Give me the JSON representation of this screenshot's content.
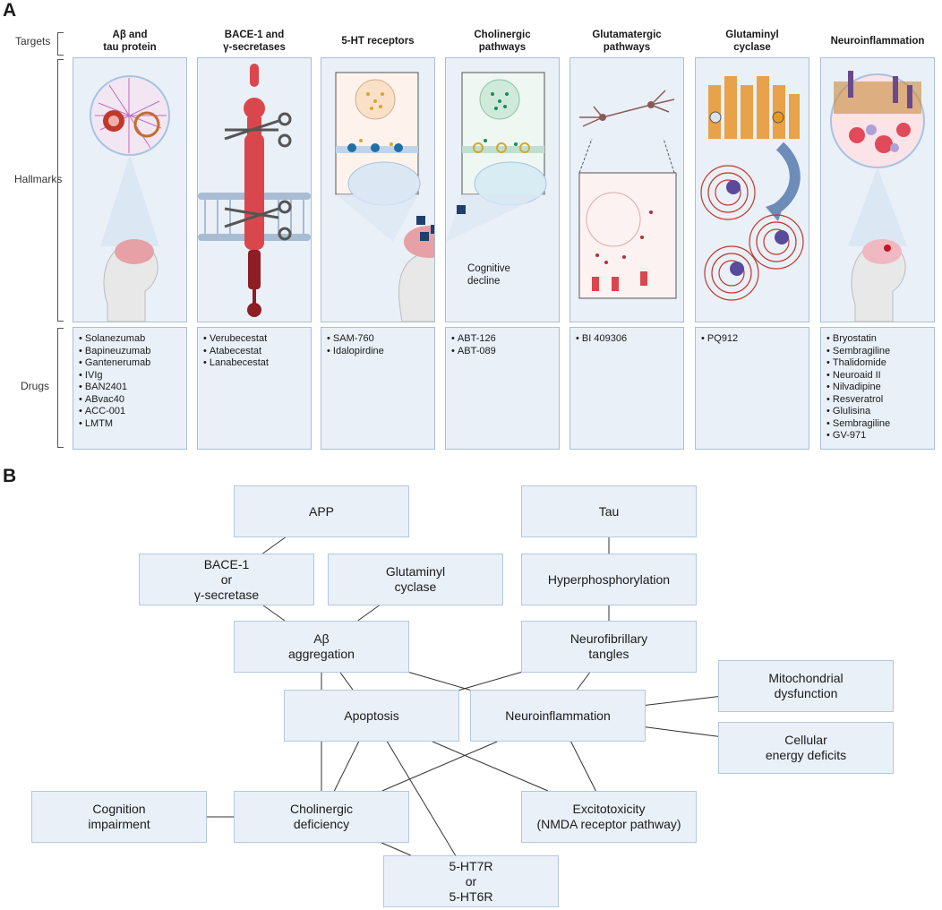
{
  "panel_a": {
    "letter": "A",
    "row_labels": {
      "targets": "Targets",
      "hallmarks": "Hallmarks",
      "drugs": "Drugs"
    },
    "columns": [
      {
        "title": "Aβ and\ntau protein",
        "drugs": [
          "Solanezumab",
          "Bapineuzumab",
          "Gantenerumab",
          "IVIg",
          "BAN2401",
          "ABvac40",
          "ACC-001",
          "LMTM"
        ]
      },
      {
        "title": "BACE-1 and\nγ-secretases",
        "drugs": [
          "Verubecestat",
          "Atabecestat",
          "Lanabecestat"
        ]
      },
      {
        "title": "5-HT receptors",
        "drugs": [
          "SAM-760",
          "Idalopirdine"
        ]
      },
      {
        "title": "Cholinergic\npathways",
        "drugs": [
          "ABT-126",
          "ABT-089"
        ]
      },
      {
        "title": "Glutamatergic\npathways",
        "drugs": [
          "BI 409306"
        ]
      },
      {
        "title": "Glutaminyl\ncyclase",
        "drugs": [
          "PQ912"
        ]
      },
      {
        "title": "Neuroinflammation",
        "drugs": [
          "Bryostatin",
          "Sembragiline",
          "Thalidomide",
          "Neuroaid II",
          "Nilvadipine",
          "Resveratrol",
          "Glulisina",
          "Sembragiline",
          "GV-971"
        ]
      }
    ],
    "cognitive_decline_label": "Cognitive\ndecline"
  },
  "panel_b": {
    "letter": "B",
    "nodes": [
      {
        "id": "app",
        "label": "APP"
      },
      {
        "id": "tau",
        "label": "Tau"
      },
      {
        "id": "bace",
        "label": "BACE-1\nor\nγ-secretase"
      },
      {
        "id": "glutaminyl",
        "label": "Glutaminyl\ncyclase"
      },
      {
        "id": "hyper",
        "label": "Hyperphosphorylation"
      },
      {
        "id": "abagg",
        "label": "Aβ\naggregation"
      },
      {
        "id": "nft",
        "label": "Neurofibrillary\ntangles"
      },
      {
        "id": "mito",
        "label": "Mitochondrial\ndysfunction"
      },
      {
        "id": "apoptosis",
        "label": "Apoptosis"
      },
      {
        "id": "neuroinfl",
        "label": "Neuroinflammation"
      },
      {
        "id": "energy",
        "label": "Cellular\nenergy deficits"
      },
      {
        "id": "cognition",
        "label": "Cognition\nimpairment"
      },
      {
        "id": "cholin",
        "label": "Cholinergic\ndeficiency"
      },
      {
        "id": "excito",
        "label": "Excitotoxicity\n(NMDA receptor pathway)"
      },
      {
        "id": "ht7",
        "label": "5-HT7R\nor\n5-HT6R"
      }
    ],
    "edges": [
      [
        "app",
        "bace"
      ],
      [
        "bace",
        "abagg"
      ],
      [
        "glutaminyl",
        "abagg"
      ],
      [
        "tau",
        "hyper"
      ],
      [
        "hyper",
        "nft"
      ],
      [
        "abagg",
        "apoptosis"
      ],
      [
        "abagg",
        "neuroinfl"
      ],
      [
        "abagg",
        "cholin"
      ],
      [
        "nft",
        "apoptosis"
      ],
      [
        "nft",
        "neuroinfl"
      ],
      [
        "neuroinfl",
        "mito"
      ],
      [
        "neuroinfl",
        "energy"
      ],
      [
        "neuroinfl",
        "excito"
      ],
      [
        "neuroinfl",
        "cholin"
      ],
      [
        "apoptosis",
        "cholin"
      ],
      [
        "apoptosis",
        "excito"
      ],
      [
        "apoptosis",
        "ht7"
      ],
      [
        "cholin",
        "cognition"
      ],
      [
        "cholin",
        "ht7"
      ]
    ]
  }
}
